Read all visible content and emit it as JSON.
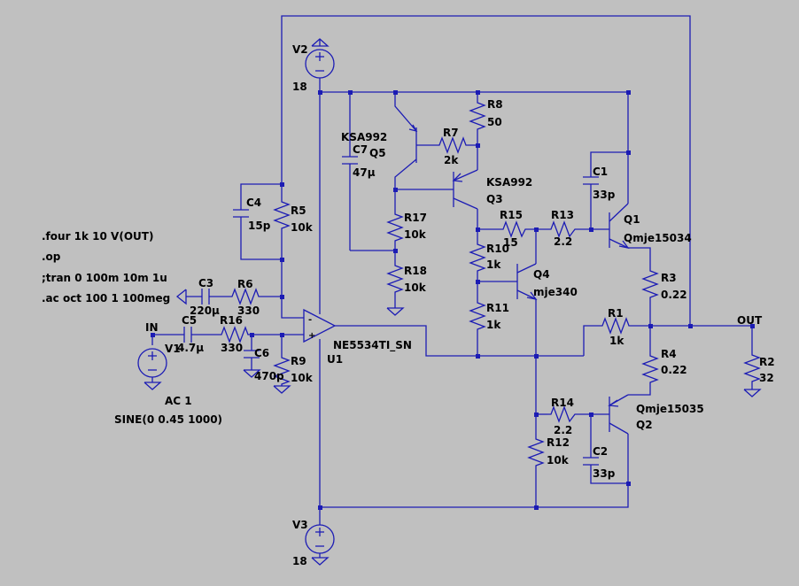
{
  "directives": [
    ".four 1k 10 V(OUT)",
    ".op",
    ";tran 0 100m 10m 1u",
    ".ac oct 100 1 100meg"
  ],
  "labels": {
    "V2": "V2",
    "V2_val": "18",
    "V3": "V3",
    "V3_val": "18",
    "V1": "V1",
    "V1_ac": "AC 1",
    "V1_sine": "SINE(0 0.45 1000)",
    "IN": "IN",
    "OUT": "OUT",
    "U1": "U1",
    "U1_val": "NE5534TI_SN",
    "R1": "R1",
    "R1_val": "1k",
    "R2": "R2",
    "R2_val": "32",
    "R3": "R3",
    "R3_val": "0.22",
    "R4": "R4",
    "R4_val": "0.22",
    "R5": "R5",
    "R5_val": "10k",
    "R6": "R6",
    "R6_val": "330",
    "R7": "R7",
    "R7_val": "2k",
    "R8": "R8",
    "R8_val": "50",
    "R9": "R9",
    "R9_val": "10k",
    "R10": "R10",
    "R10_val": "1k",
    "R11": "R11",
    "R11_val": "1k",
    "R12": "R12",
    "R12_val": "10k",
    "R13": "R13",
    "R13_val": "2.2",
    "R14": "R14",
    "R14_val": "2.2",
    "R15": "R15",
    "R15_val": "15",
    "R16": "R16",
    "R16_val": "330",
    "R17": "R17",
    "R17_val": "10k",
    "R18": "R18",
    "R18_val": "10k",
    "C1": "C1",
    "C1_val": "33p",
    "C2": "C2",
    "C2_val": "33p",
    "C3": "C3",
    "C3_val": "220µ",
    "C4": "C4",
    "C4_val": "15p",
    "C5": "C5",
    "C5_val": "4.7µ",
    "C6": "C6",
    "C6_val": "470p",
    "C7": "C7",
    "C7_val": "47µ",
    "Q1": "Q1",
    "Q1_val": "Qmje15034",
    "Q2": "Q2",
    "Q2_val": "Qmje15035",
    "Q3": "Q3",
    "Q3_val": "KSA992",
    "Q4": "Q4",
    "Q4_val": "mje340",
    "Q5": "Q5",
    "Q5_val": "KSA992"
  },
  "colors": {
    "wire": "#1c1cb4",
    "background": "#c0c0c0",
    "text": "#000000"
  }
}
